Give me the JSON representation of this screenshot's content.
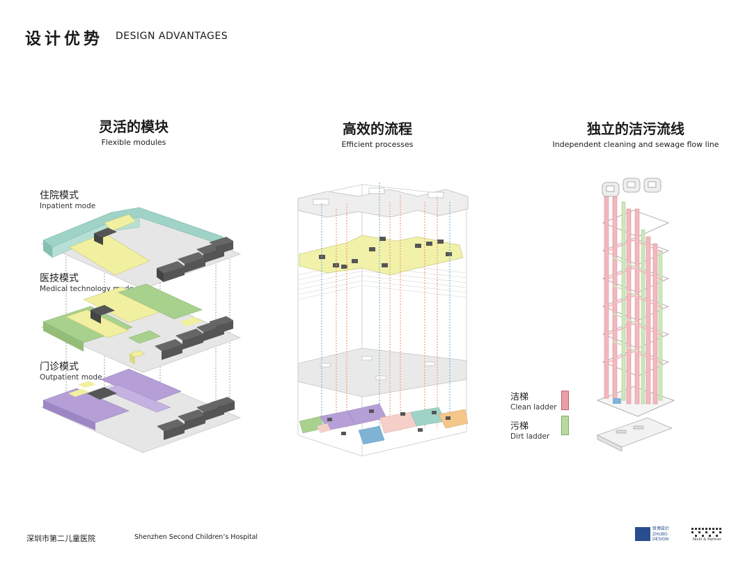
{
  "header": {
    "title_cn": "设计优势",
    "title_en": "DESIGN ADVANTAGES"
  },
  "columns": [
    {
      "title_cn": "灵活的模块",
      "title_en": "Flexible modules"
    },
    {
      "title_cn": "高效的流程",
      "title_en": "Efficient processes"
    },
    {
      "title_cn": "独立的洁污流线",
      "title_en": "Independent cleaning and sewage flow line"
    }
  ],
  "modes": [
    {
      "cn": "住院模式",
      "en": "Inpatient mode"
    },
    {
      "cn": "医技模式",
      "en": "Medical technology mode"
    },
    {
      "cn": "门诊模式",
      "en": "Outpatient mode"
    }
  ],
  "legend": [
    {
      "cn": "洁梯",
      "en": "Clean ladder",
      "color": "#e8a0a8"
    },
    {
      "cn": "污梯",
      "en": "Dirt ladder",
      "color": "#b9d9a3"
    }
  ],
  "colors": {
    "inpatient": "#9fd3c7",
    "inpatient_highlight": "#f0f0a0",
    "medtech": "#a9d18e",
    "outpatient": "#b59fd6",
    "dark_block": "#555555",
    "slab": "#e6e6e6"
  },
  "footer": {
    "hospital_cn": "深圳市第二儿童医院",
    "hospital_en": "Shenzhen Second Children’s Hospital",
    "logo1_cn": "筑博設計",
    "logo1_en": "ZHUBO DESIGN",
    "logo2_en": "Nickl & Partner"
  }
}
